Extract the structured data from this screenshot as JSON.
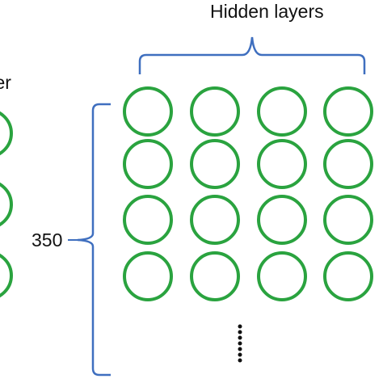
{
  "diagram": {
    "hidden_layers_label": "Hidden layers",
    "input_layer_label_fragment": "ver",
    "neuron_count_label": "350",
    "colors": {
      "neuron": "#2aa33f",
      "bracket": "#3f6fbf",
      "text": "#111111",
      "dots": "#111111"
    }
  }
}
